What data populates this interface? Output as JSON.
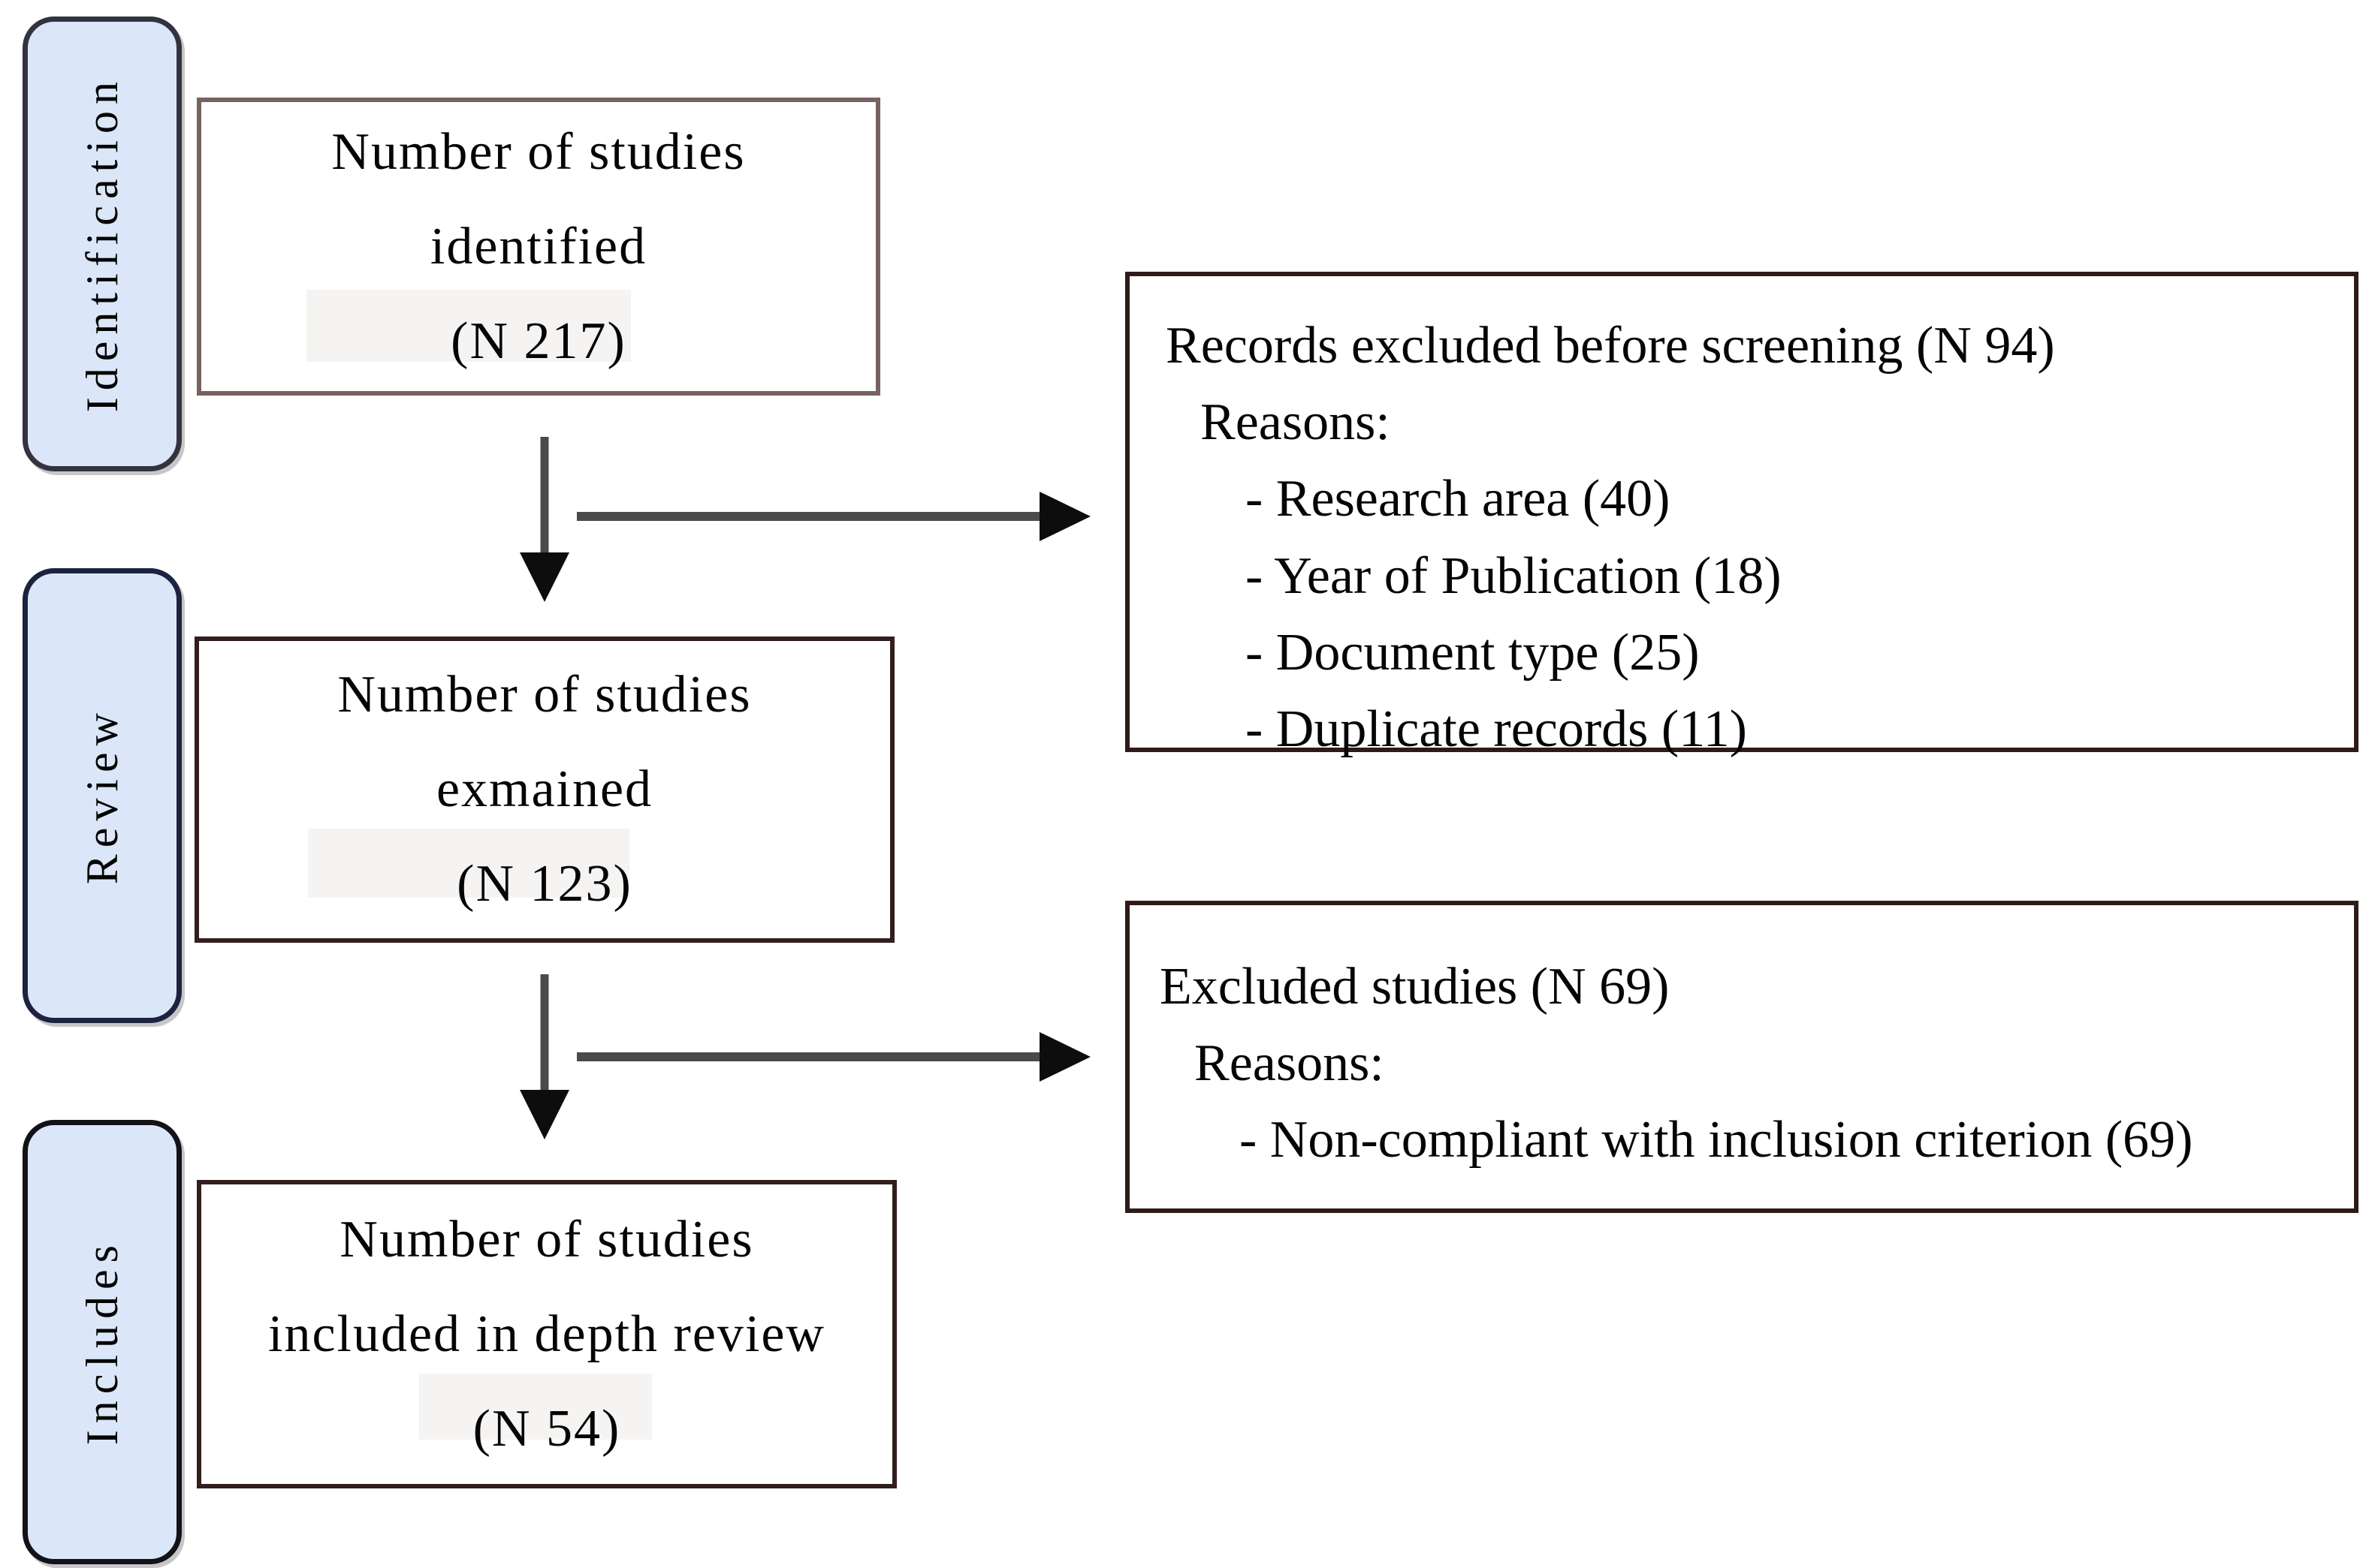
{
  "diagram_title": "Study selection flow diagram",
  "palette": {
    "background": "#ffffff",
    "stage_fill": "#dbe7f8",
    "stage_border_identification": "#33333f",
    "stage_border_review": "#1c2240",
    "stage_border_includes": "#121218",
    "flow_box_border_light": "#77625f",
    "flow_box_border_dark": "#321e1c",
    "side_box_border": "#2e1b19",
    "arrow_line": "#4a4a4a",
    "arrow_head": "#0d0d0d",
    "highlight_patch": "#f5f4f3",
    "text": "#050505"
  },
  "stages": [
    {
      "label": "Identification"
    },
    {
      "label": "Review"
    },
    {
      "label": "Includes"
    }
  ],
  "flow_boxes": [
    {
      "lines": [
        "Number of studies",
        "identified",
        "(N 217)"
      ]
    },
    {
      "lines": [
        "Number of studies",
        "exmained",
        "(N 123)"
      ]
    },
    {
      "lines": [
        "Number of studies",
        "included in depth review",
        "(N 54)"
      ]
    }
  ],
  "side_boxes": [
    {
      "title": "Records excluded before screening (N 94)",
      "reasons_label": "Reasons:",
      "reasons": [
        "- Research area (40)",
        "- Year of Publication (18)",
        "- Document type (25)",
        "- Duplicate records (11)"
      ]
    },
    {
      "title": "Excluded studies (N 69)",
      "reasons_label": "Reasons:",
      "reasons": [
        "- Non-compliant with inclusion criterion (69)"
      ]
    }
  ]
}
